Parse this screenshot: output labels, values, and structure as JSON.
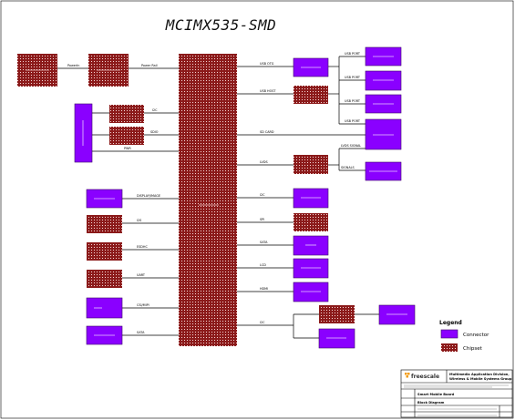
{
  "diagram": {
    "title": "MCIMX535-SMD"
  },
  "legend": {
    "title": "Legend",
    "items": [
      {
        "label": "Connector",
        "color": "#8a00ff"
      },
      {
        "label": "Chipset",
        "color": "#8b1a1a"
      }
    ]
  },
  "title_block": {
    "company": "freescale",
    "division": "Multimedia Application Division,",
    "group": "Wireless & Mobile Systems Group",
    "board": "Smart Mobile Board",
    "sheet_name": "Block Diagram"
  },
  "colors": {
    "connector": "#8a00ff",
    "chipset": "#8b1a1a"
  }
}
